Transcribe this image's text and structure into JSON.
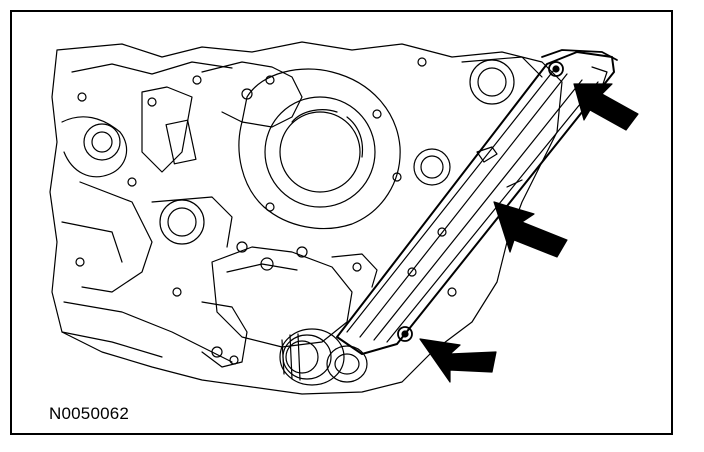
{
  "figure": {
    "id_label": "N0050062",
    "subject": "engine-front-timing-chain-guide",
    "callouts": [
      "arrow-upper-bolt",
      "arrow-guide",
      "arrow-lower-bolt"
    ],
    "colors": {
      "line": "#000000",
      "background": "#ffffff"
    }
  }
}
